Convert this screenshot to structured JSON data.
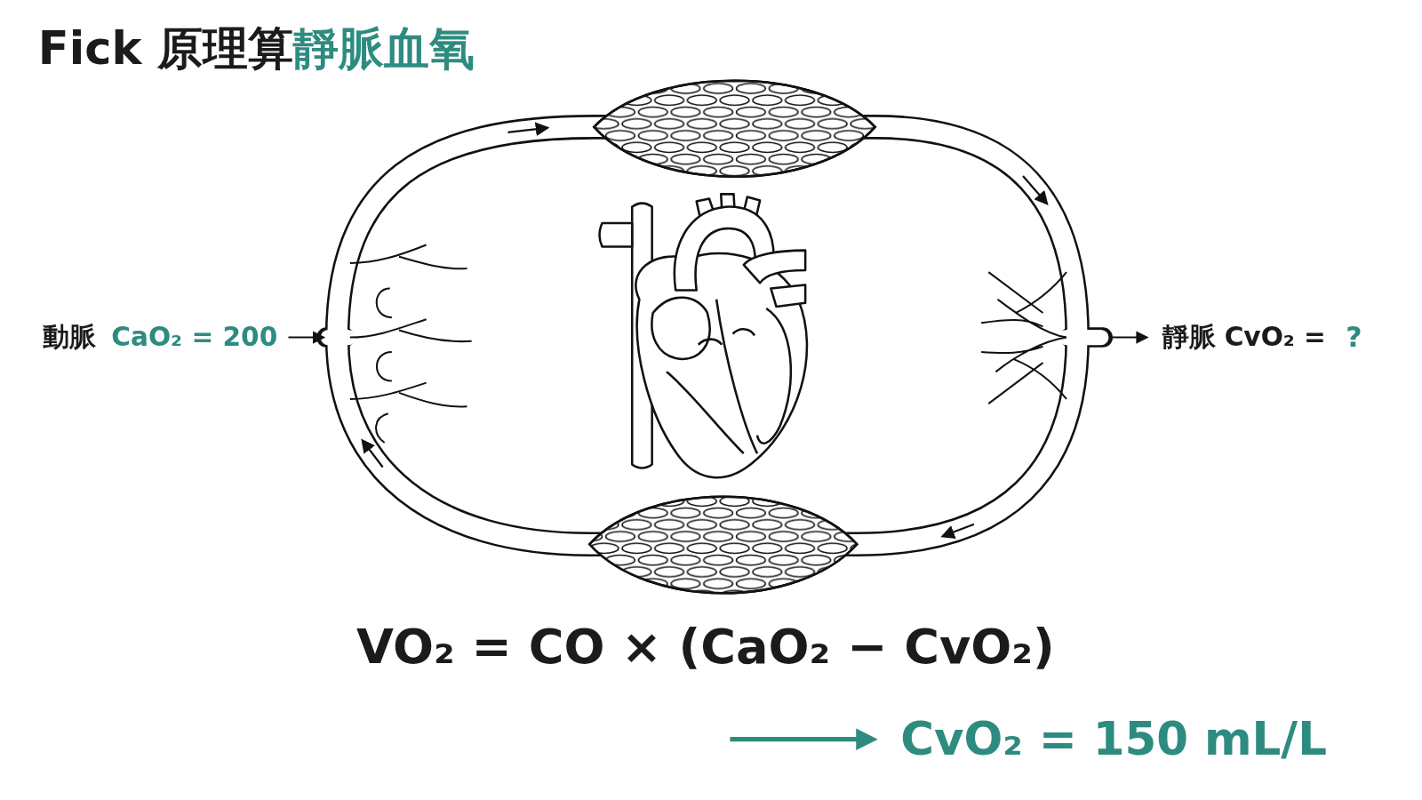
{
  "diagram": {
    "title": "Fick 原理算靜脈血氧",
    "labels": [
      "動脈",
      "CaO₂ = 200",
      "靜脈 CvO₂ =",
      "?",
      "VO₂ = CO × (CaO₂ − CvO₂)",
      "CvO₂ = 150 mL/L"
    ]
  }
}
